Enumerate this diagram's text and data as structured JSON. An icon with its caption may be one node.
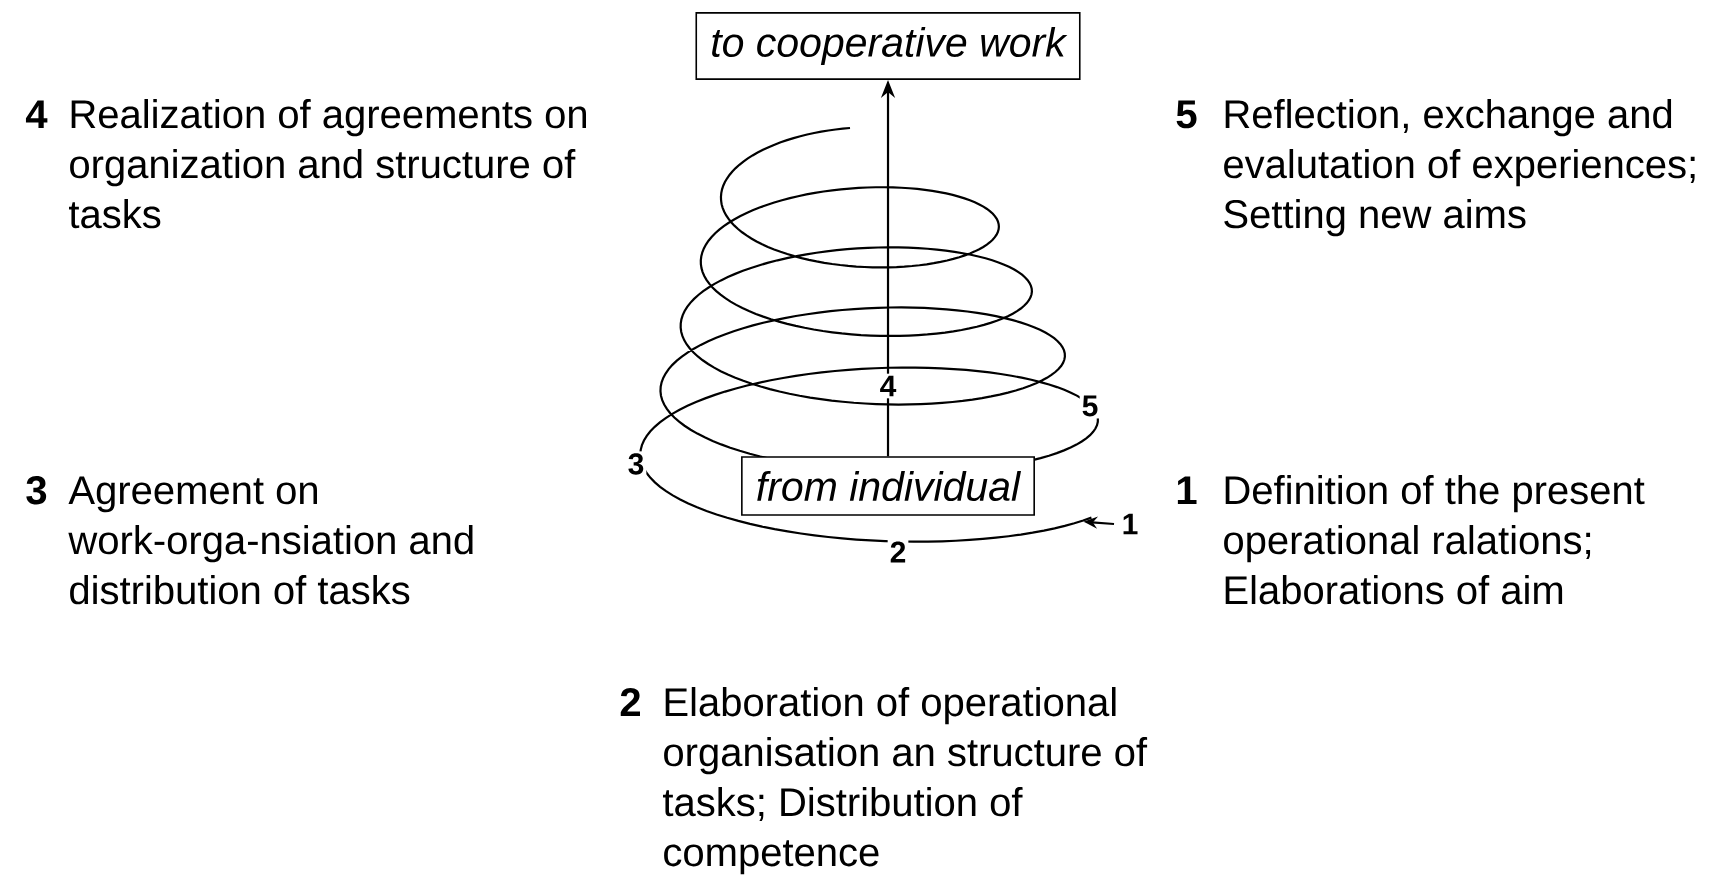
{
  "diagram": {
    "nodes": [
      {
        "text": [
          "to cooperative work"
        ]
      },
      {
        "text": [
          "from individual"
        ]
      }
    ],
    "edges": [
      {
        "from": 1,
        "to": 0,
        "arrow": "to"
      }
    ],
    "labels": [
      "4",
      "Realization of agreements on organization and structure of tasks",
      "5",
      "Reflection, exchange and evalutation of experiences; Setting new aims",
      "4",
      "5",
      "3",
      "3",
      "Agreement on work-orga-nsiation and distribution of tasks",
      "1",
      "Definition of the present operational ralations; Elaborations of aim",
      "2",
      "1",
      "2",
      "Elaboration of operational organisation an structure of tasks; Distribution of competence"
    ]
  }
}
